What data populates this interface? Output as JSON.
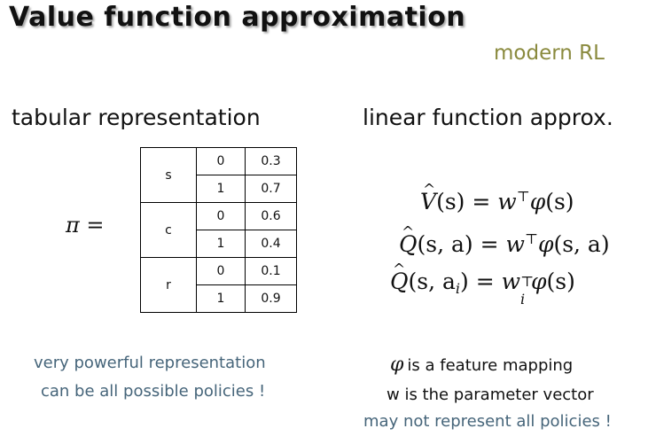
{
  "slide": {
    "title": "Value function approximation",
    "tag": "modern RL",
    "left_heading": "tabular representation",
    "right_heading": "linear function approx.",
    "pi_symbol": "π",
    "pi_equals": " =",
    "table": {
      "rows": [
        {
          "state": "s",
          "entries": [
            {
              "action": "0",
              "prob": "0.3"
            },
            {
              "action": "1",
              "prob": "0.7"
            }
          ]
        },
        {
          "state": "c",
          "entries": [
            {
              "action": "0",
              "prob": "0.6"
            },
            {
              "action": "1",
              "prob": "0.4"
            }
          ]
        },
        {
          "state": "r",
          "entries": [
            {
              "action": "0",
              "prob": "0.1"
            },
            {
              "action": "1",
              "prob": "0.9"
            }
          ]
        }
      ]
    },
    "formulas": {
      "f1": {
        "lhs_symbol": "V",
        "lhs_args": "(s)",
        "eq": " = ",
        "w": "w",
        "sup": "⊤",
        "phi": "φ",
        "rhs_args": "(s)"
      },
      "f2": {
        "lhs_symbol": "Q",
        "lhs_args": "(s, a)",
        "eq": " = ",
        "w": "w",
        "sup": "⊤",
        "phi": "φ",
        "rhs_args": "(s, a)"
      },
      "f3": {
        "lhs_symbol": "Q",
        "lhs_args_pre": "(s, a",
        "lhs_sub": "i",
        "lhs_args_post": ")",
        "eq": " = ",
        "w": "w",
        "w_sub": "i",
        "sup": "⊤",
        "phi": "φ",
        "rhs_args": "(s)"
      }
    },
    "left_notes": [
      "very powerful representation",
      "can be all possible policies !"
    ],
    "right_notes": {
      "phi_symbol": "φ",
      "phi_text": "is a feature mapping",
      "w_text": "w is the parameter vector",
      "limit_text": "may not represent all policies !"
    },
    "colors": {
      "tag": "#8a8a3e",
      "notes": "#46657a"
    }
  }
}
